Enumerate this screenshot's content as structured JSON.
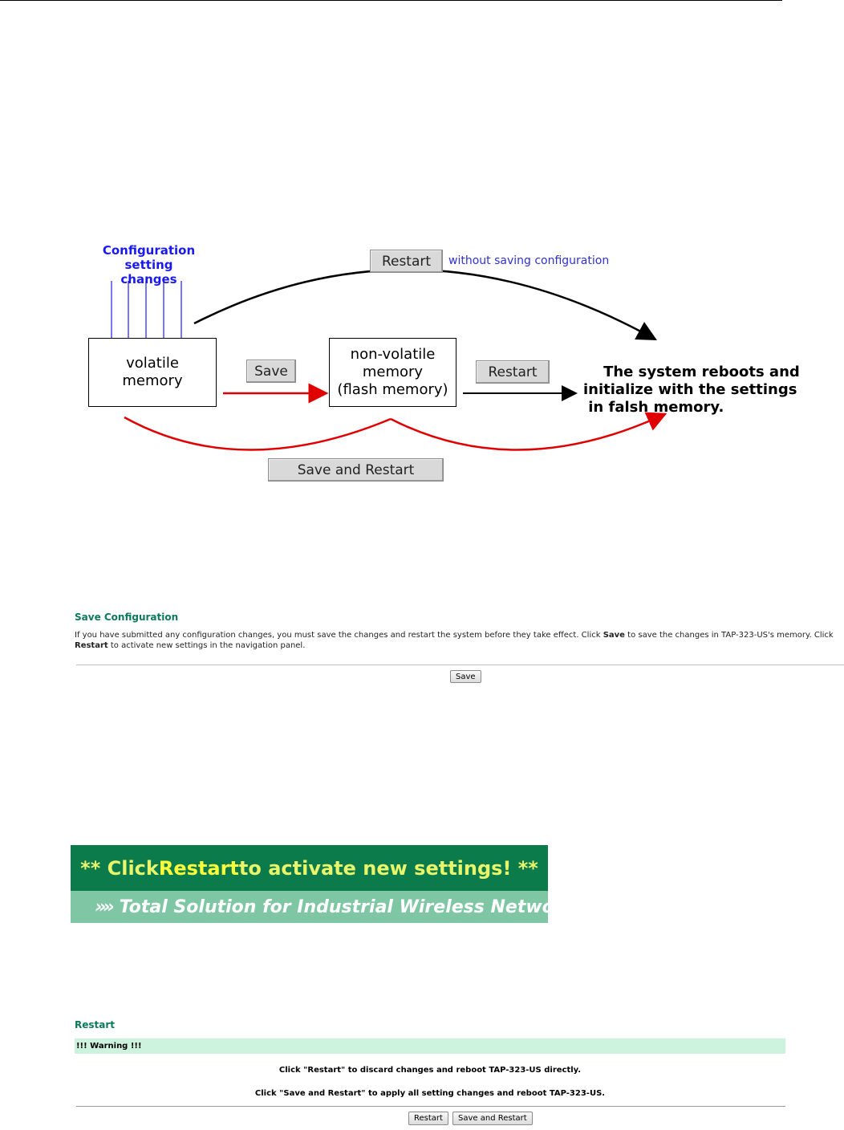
{
  "diagram": {
    "config_label": "Configuration\nsetting changes",
    "volatile_box": "volatile\nmemory",
    "nonvolatile_box": "non-volatile\nmemory\n(flash memory)",
    "top_restart_button": "Restart",
    "without_saving_note": "without saving configuration",
    "save_button": "Save",
    "restart_button": "Restart",
    "save_and_restart_button": "Save and Restart",
    "result_text": "The system reboots and\ninitialize with the settings\n in falsh memory.",
    "colors": {
      "blue": "#1a1af0",
      "red": "#e00000",
      "black": "#000000"
    }
  },
  "save_config": {
    "title": "Save Configuration",
    "para_line1_pre": "If you have submitted any configuration changes, you must save the changes and restart the system before they take effect. Click ",
    "para_line1_bold": "Save",
    "para_line1_post": " to save the changes in TAP-323-US's memory. Click",
    "para_line2_bold": "Restart",
    "para_line2_post": " to activate new settings in the navigation panel.",
    "save_button": "Save"
  },
  "banner": {
    "line1_pre": "** Click ",
    "line1_em": "Restart",
    "line1_post": " to activate new settings! **",
    "chevron": "»»",
    "line2": "Total Solution for Industrial Wireless Networking",
    "colors": {
      "top": "#0b7b4c",
      "bottom": "#7fc7a4",
      "text": "#e8f56a"
    }
  },
  "restart": {
    "title": "Restart",
    "warning": "!!! Warning !!!",
    "line1": "Click \"Restart\" to discard changes and reboot TAP-323-US directly.",
    "line2": "Click \"Save and Restart\" to apply all setting changes and reboot TAP-323-US.",
    "restart_button": "Restart",
    "save_restart_button": "Save and Restart"
  }
}
